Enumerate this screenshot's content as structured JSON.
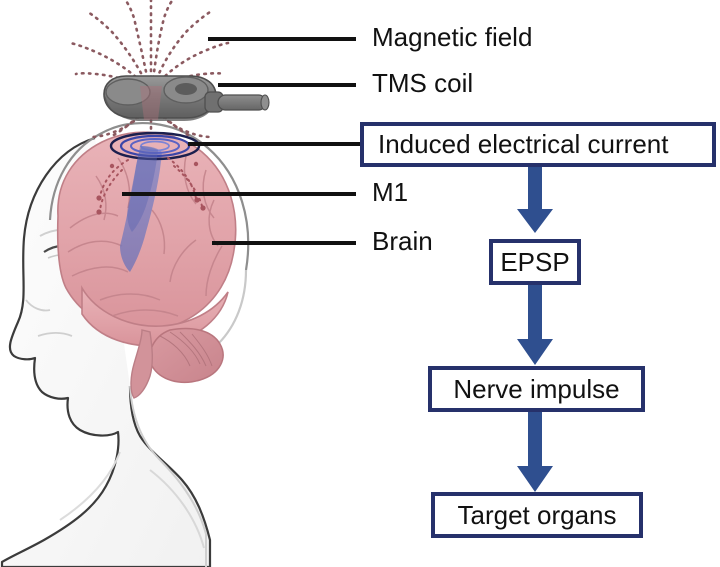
{
  "figure": {
    "title": "TMS mechanism diagram",
    "background_color": "#ffffff",
    "label_color": "#111111",
    "box_border_color": "#26316b",
    "arrow_color": "#2f4f8f",
    "brain_color": "#e2a8ad",
    "m1_color": "#5b63b0",
    "coil_color": "#7c7c7c",
    "field_line_color": "#8b5a60",
    "head_outline_color": "#4a4a4a"
  },
  "labels": [
    {
      "id": "magnetic-field",
      "text": "Magnetic field"
    },
    {
      "id": "tms-coil",
      "text": "TMS coil"
    },
    {
      "id": "m1",
      "text": "M1"
    },
    {
      "id": "brain",
      "text": "Brain"
    }
  ],
  "flow": {
    "steps": [
      {
        "id": "induced-electrical-current",
        "text": "Induced electrical current"
      },
      {
        "id": "epsp",
        "text": "EPSP"
      },
      {
        "id": "nerve-impulse",
        "text": "Nerve impulse"
      },
      {
        "id": "target-organs",
        "text": "Target organs"
      }
    ],
    "arrows": [
      {
        "from": "induced-electrical-current",
        "to": "epsp"
      },
      {
        "from": "epsp",
        "to": "nerve-impulse"
      },
      {
        "from": "nerve-impulse",
        "to": "target-organs"
      }
    ]
  },
  "illustration": {
    "head": "human-head-left-profile-line-art",
    "brain": "lateral-brain-with-cerebellum-and-brainstem",
    "m1_strip": "primary-motor-cortex-highlight",
    "coil": "figure-eight-tms-coil-with-handle",
    "magnetic_field": "dotted-field-lines-fanning-upward",
    "induced_current": "concentric-blue-ellipses-on-scalp"
  }
}
